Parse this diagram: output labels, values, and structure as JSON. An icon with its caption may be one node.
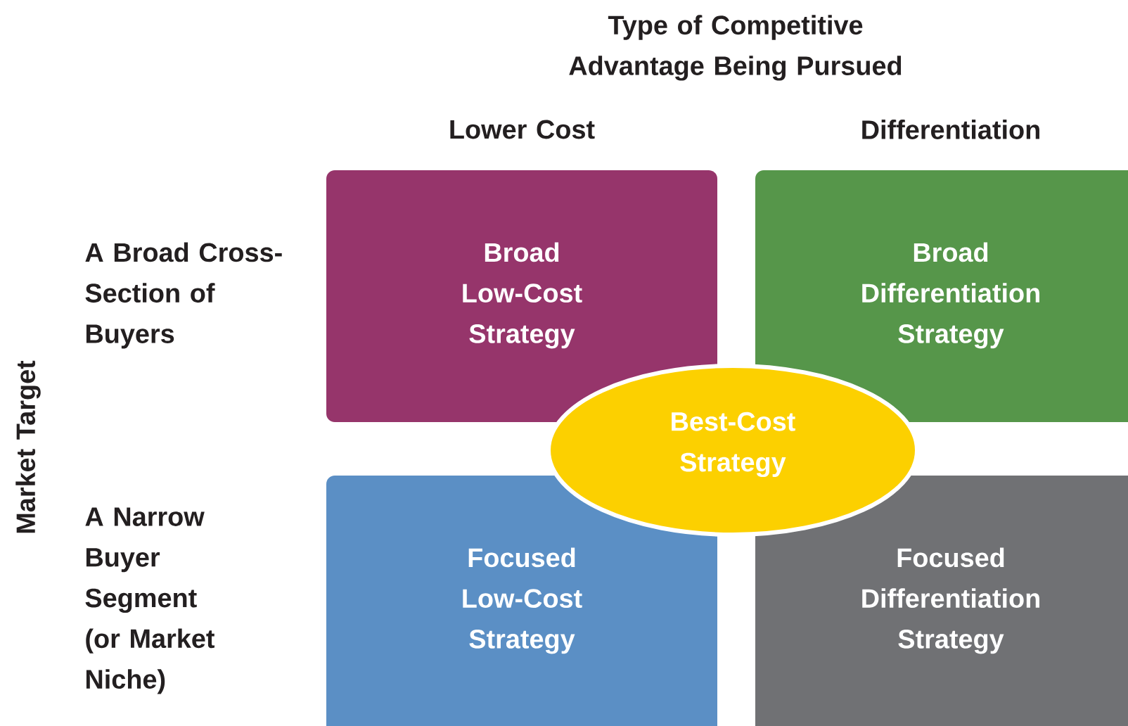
{
  "diagram": {
    "title": "Type of Competitive Advantage Being Pursued",
    "nodes": [
      {
        "text": [
          "Broad Low-Cost Strategy"
        ]
      },
      {
        "text": [
          "Broad Differentiation Strategy"
        ]
      },
      {
        "text": [
          "Focused Low-Cost Strategy"
        ]
      },
      {
        "text": [
          "Focused Differentiation Strategy"
        ]
      },
      {
        "text": [
          "Best-Cost Strategy"
        ]
      }
    ],
    "labels": [
      "Lower Cost",
      "Differentiation",
      "A Broad Cross-Section of Buyers",
      "Market Target",
      "A Narrow Buyer Segment (or Market Niche)"
    ]
  }
}
